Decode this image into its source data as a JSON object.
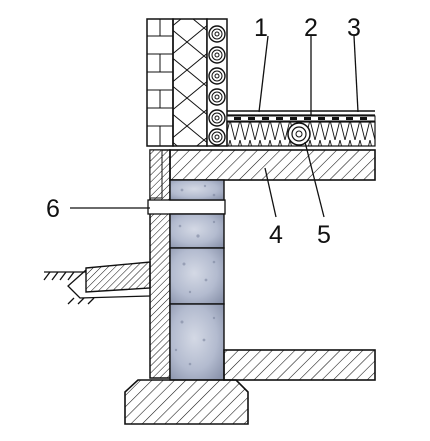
{
  "diagram": {
    "callouts": [
      "1",
      "2",
      "3",
      "4",
      "5",
      "6"
    ]
  },
  "colors": {
    "line": "#111111",
    "stone": "#bcc3d5",
    "stone_dark": "#8e97ae",
    "background": "#ffffff"
  },
  "icons": [
    "brick-wall",
    "insulation",
    "log-tube",
    "hatched-concrete",
    "stone-block",
    "ground-symbol"
  ]
}
